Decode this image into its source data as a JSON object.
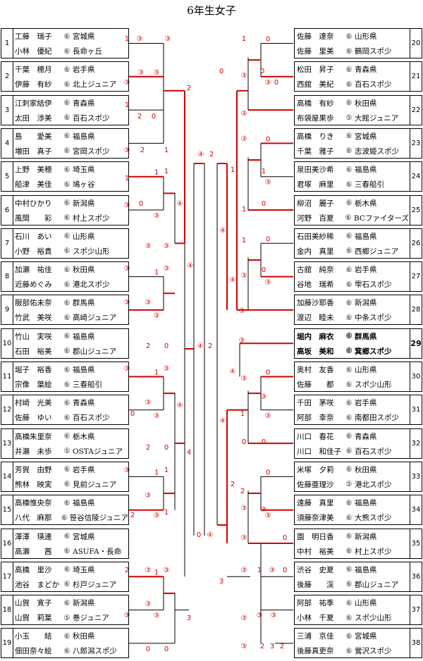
{
  "title": "6年生女子",
  "left_entries": [
    {
      "num": "1",
      "p1": {
        "name": "工藤　瑞子",
        "grade": "⑥",
        "club": "宮城県"
      },
      "p2": {
        "name": "小林　優紀",
        "grade": "⑥",
        "club": "長命ヶ丘"
      }
    },
    {
      "num": "2",
      "p1": {
        "name": "千葉　穂月",
        "grade": "⑥",
        "club": "岩手県"
      },
      "p2": {
        "name": "伊藤　有紗",
        "grade": "⑥",
        "club": "北上ジュニア"
      }
    },
    {
      "num": "3",
      "p1": {
        "name": "江刺家結伊",
        "grade": "⑥",
        "club": "青森県"
      },
      "p2": {
        "name": "太田　渉美",
        "grade": "⑥",
        "club": "百石スポ少"
      }
    },
    {
      "num": "4",
      "p1": {
        "name": "島　　愛美",
        "grade": "⑥",
        "club": "福島県"
      },
      "p2": {
        "name": "増田　真子",
        "grade": "⑥",
        "club": "宮岡スポ少"
      }
    },
    {
      "num": "5",
      "p1": {
        "name": "上野　美穂",
        "grade": "⑥",
        "club": "埼玉県"
      },
      "p2": {
        "name": "船津　美佳",
        "grade": "⑥",
        "club": "鳩ヶ谷"
      }
    },
    {
      "num": "6",
      "p1": {
        "name": "中村ひかり",
        "grade": "⑥",
        "club": "新潟県"
      },
      "p2": {
        "name": "風間　　彩",
        "grade": "⑥",
        "club": "村上スポ少"
      }
    },
    {
      "num": "7",
      "p1": {
        "name": "石川　あい",
        "grade": "⑥",
        "club": "山形県"
      },
      "p2": {
        "name": "小野　裕貴",
        "grade": "⑥",
        "club": "スポ少山形"
      }
    },
    {
      "num": "8",
      "p1": {
        "name": "加瀬　祐佳",
        "grade": "⑥",
        "club": "秋田県"
      },
      "p2": {
        "name": "近藤めぐみ",
        "grade": "⑥",
        "club": "港北スポ少"
      }
    },
    {
      "num": "9",
      "p1": {
        "name": "服部佑未奈",
        "grade": "⑥",
        "club": "群馬県"
      },
      "p2": {
        "name": "竹武　美咲",
        "grade": "⑥",
        "club": "高崎ジュニア"
      }
    },
    {
      "num": "10",
      "p1": {
        "name": "竹山　実咲",
        "grade": "⑥",
        "club": "福島県"
      },
      "p2": {
        "name": "石田　裕美",
        "grade": "⑥",
        "club": "郡山ジュニア"
      }
    },
    {
      "num": "11",
      "p1": {
        "name": "堀子　裕香",
        "grade": "⑥",
        "club": "福島県"
      },
      "p2": {
        "name": "宗像　葉絵",
        "grade": "⑥",
        "club": "三春船引"
      }
    },
    {
      "num": "12",
      "p1": {
        "name": "村崎　光美",
        "grade": "⑥",
        "club": "青森県"
      },
      "p2": {
        "name": "佐藤　ゆい",
        "grade": "⑥",
        "club": "百石スポ少"
      }
    },
    {
      "num": "13",
      "p1": {
        "name": "高橋朱里奈",
        "grade": "⑥",
        "club": "栃木県"
      },
      "p2": {
        "name": "井瀬　未歩",
        "grade": "⑤",
        "club": "OSTAジュニア"
      }
    },
    {
      "num": "14",
      "p1": {
        "name": "芳賀　由野",
        "grade": "⑥",
        "club": "岩手県"
      },
      "p2": {
        "name": "熊林　映実",
        "grade": "⑥",
        "club": "見前ジュニア"
      }
    },
    {
      "num": "15",
      "p1": {
        "name": "高橋惟央奈",
        "grade": "⑥",
        "club": "福島県"
      },
      "p2": {
        "name": "八代　麻那",
        "grade": "⑥",
        "club": "笹谷信陵ジュニア"
      }
    },
    {
      "num": "16",
      "p1": {
        "name": "澤澤　瑛連",
        "grade": "⑥",
        "club": "宮城県"
      },
      "p2": {
        "name": "高瀬　　茜",
        "grade": "⑥",
        "club": "ASUFA・長命"
      }
    },
    {
      "num": "17",
      "p1": {
        "name": "高橋　里沙",
        "grade": "⑥",
        "club": "埼玉県"
      },
      "p2": {
        "name": "池谷　まどか",
        "grade": "⑥",
        "club": "杉戸ジュニア"
      }
    },
    {
      "num": "18",
      "p1": {
        "name": "山賀　寛子",
        "grade": "⑥",
        "club": "新潟県"
      },
      "p2": {
        "name": "山賀　莉葉",
        "grade": "⑤",
        "club": "巻ジュニア"
      }
    },
    {
      "num": "19",
      "p1": {
        "name": "小玉　　結",
        "grade": "⑥",
        "club": "秋田県"
      },
      "p2": {
        "name": "佃田奈々絵",
        "grade": "⑥",
        "club": "八郎潟スポ少"
      }
    }
  ],
  "right_entries": [
    {
      "num": "20",
      "p1": {
        "name": "佐藤　達奈",
        "grade": "⑥",
        "club": "山形県"
      },
      "p2": {
        "name": "佐藤　里美",
        "grade": "⑥",
        "club": "鶴岡スポ少"
      }
    },
    {
      "num": "21",
      "p1": {
        "name": "松田　昇子",
        "grade": "⑥",
        "club": "青森県"
      },
      "p2": {
        "name": "西舘　美紀",
        "grade": "⑥",
        "club": "百石スポ少"
      }
    },
    {
      "num": "22",
      "p1": {
        "name": "高橋　有紗",
        "grade": "⑥",
        "club": "秋田県"
      },
      "p2": {
        "name": "布袋屋果歩",
        "grade": "⑤",
        "club": "大館ジュニア"
      }
    },
    {
      "num": "23",
      "p1": {
        "name": "高橋　りき",
        "grade": "⑥",
        "club": "宮城県"
      },
      "p2": {
        "name": "千葉　雅子",
        "grade": "⑥",
        "club": "志波姫スポ少"
      }
    },
    {
      "num": "24",
      "p1": {
        "name": "泉田美沙希",
        "grade": "⑥",
        "club": "福島県"
      },
      "p2": {
        "name": "君塚　麻里",
        "grade": "⑥",
        "club": "三春船引"
      }
    },
    {
      "num": "25",
      "p1": {
        "name": "柳沼　麗子",
        "grade": "⑥",
        "club": "栃木県"
      },
      "p2": {
        "name": "河野　百夏",
        "grade": "⑥",
        "club": "BCファイターズ"
      }
    },
    {
      "num": "26",
      "p1": {
        "name": "石田美紗稀",
        "grade": "⑥",
        "club": "福島県"
      },
      "p2": {
        "name": "金内　真里",
        "grade": "⑥",
        "club": "西郷ジュニア"
      }
    },
    {
      "num": "27",
      "p1": {
        "name": "古舘　純奈",
        "grade": "⑥",
        "club": "岩手県"
      },
      "p2": {
        "name": "谷地　瑞希",
        "grade": "⑥",
        "club": "雫石スポ少"
      }
    },
    {
      "num": "28",
      "p1": {
        "name": "加藤沙耶香",
        "grade": "⑥",
        "club": "新潟県"
      },
      "p2": {
        "name": "渡辺　睦未",
        "grade": "⑥",
        "club": "中条スポ少"
      }
    },
    {
      "num": "29",
      "p1": {
        "name": "堀内　麻衣",
        "grade": "⑥",
        "club": "群馬県"
      },
      "p2": {
        "name": "高坂　美和",
        "grade": "⑥",
        "club": "箕郷スポ少"
      }
    },
    {
      "num": "30",
      "p1": {
        "name": "奥村　友香",
        "grade": "⑥",
        "club": "山形県"
      },
      "p2": {
        "name": "佐藤　　都",
        "grade": "⑥",
        "club": "スポ少山形"
      }
    },
    {
      "num": "31",
      "p1": {
        "name": "千田　茅咲",
        "grade": "⑥",
        "club": "岩手県"
      },
      "p2": {
        "name": "阿部　幸奈",
        "grade": "⑥",
        "club": "南都田スポ少"
      }
    },
    {
      "num": "32",
      "p1": {
        "name": "川口　春花",
        "grade": "⑥",
        "club": "青森県"
      },
      "p2": {
        "name": "川口　和佳子",
        "grade": "⑥",
        "club": "百石スポ少"
      }
    },
    {
      "num": "33",
      "p1": {
        "name": "米塚　夕莉",
        "grade": "⑥",
        "club": "秋田県"
      },
      "p2": {
        "name": "佐藤亜理沙",
        "grade": "⑤",
        "club": "港北スポ少"
      }
    },
    {
      "num": "34",
      "p1": {
        "name": "遠藤　真里",
        "grade": "⑥",
        "club": "福島県"
      },
      "p2": {
        "name": "須藤奈津美",
        "grade": "⑥",
        "club": "大熊スポ少"
      }
    },
    {
      "num": "35",
      "p1": {
        "name": "園　明日香",
        "grade": "⑥",
        "club": "新潟県"
      },
      "p2": {
        "name": "中村　裕美",
        "grade": "⑥",
        "club": "村上スポ少"
      }
    },
    {
      "num": "36",
      "p1": {
        "name": "渋谷　史夏",
        "grade": "⑥",
        "club": "福島県"
      },
      "p2": {
        "name": "後藤　　渓",
        "grade": "⑥",
        "club": "郡山ジュニア"
      }
    },
    {
      "num": "37",
      "p1": {
        "name": "阿部　祐季",
        "grade": "⑥",
        "club": "山形県"
      },
      "p2": {
        "name": "小林　千夏",
        "grade": "⑥",
        "club": "スポ少山形"
      }
    },
    {
      "num": "38",
      "p1": {
        "name": "三浦　京佳",
        "grade": "⑥",
        "club": "宮城県"
      },
      "p2": {
        "name": "後藤真吏奈",
        "grade": "⑥",
        "club": "鶯沢スポ少"
      }
    }
  ],
  "bracket_colors": {
    "win": "#d40000",
    "lose": "#000000",
    "score": "#d40000"
  }
}
